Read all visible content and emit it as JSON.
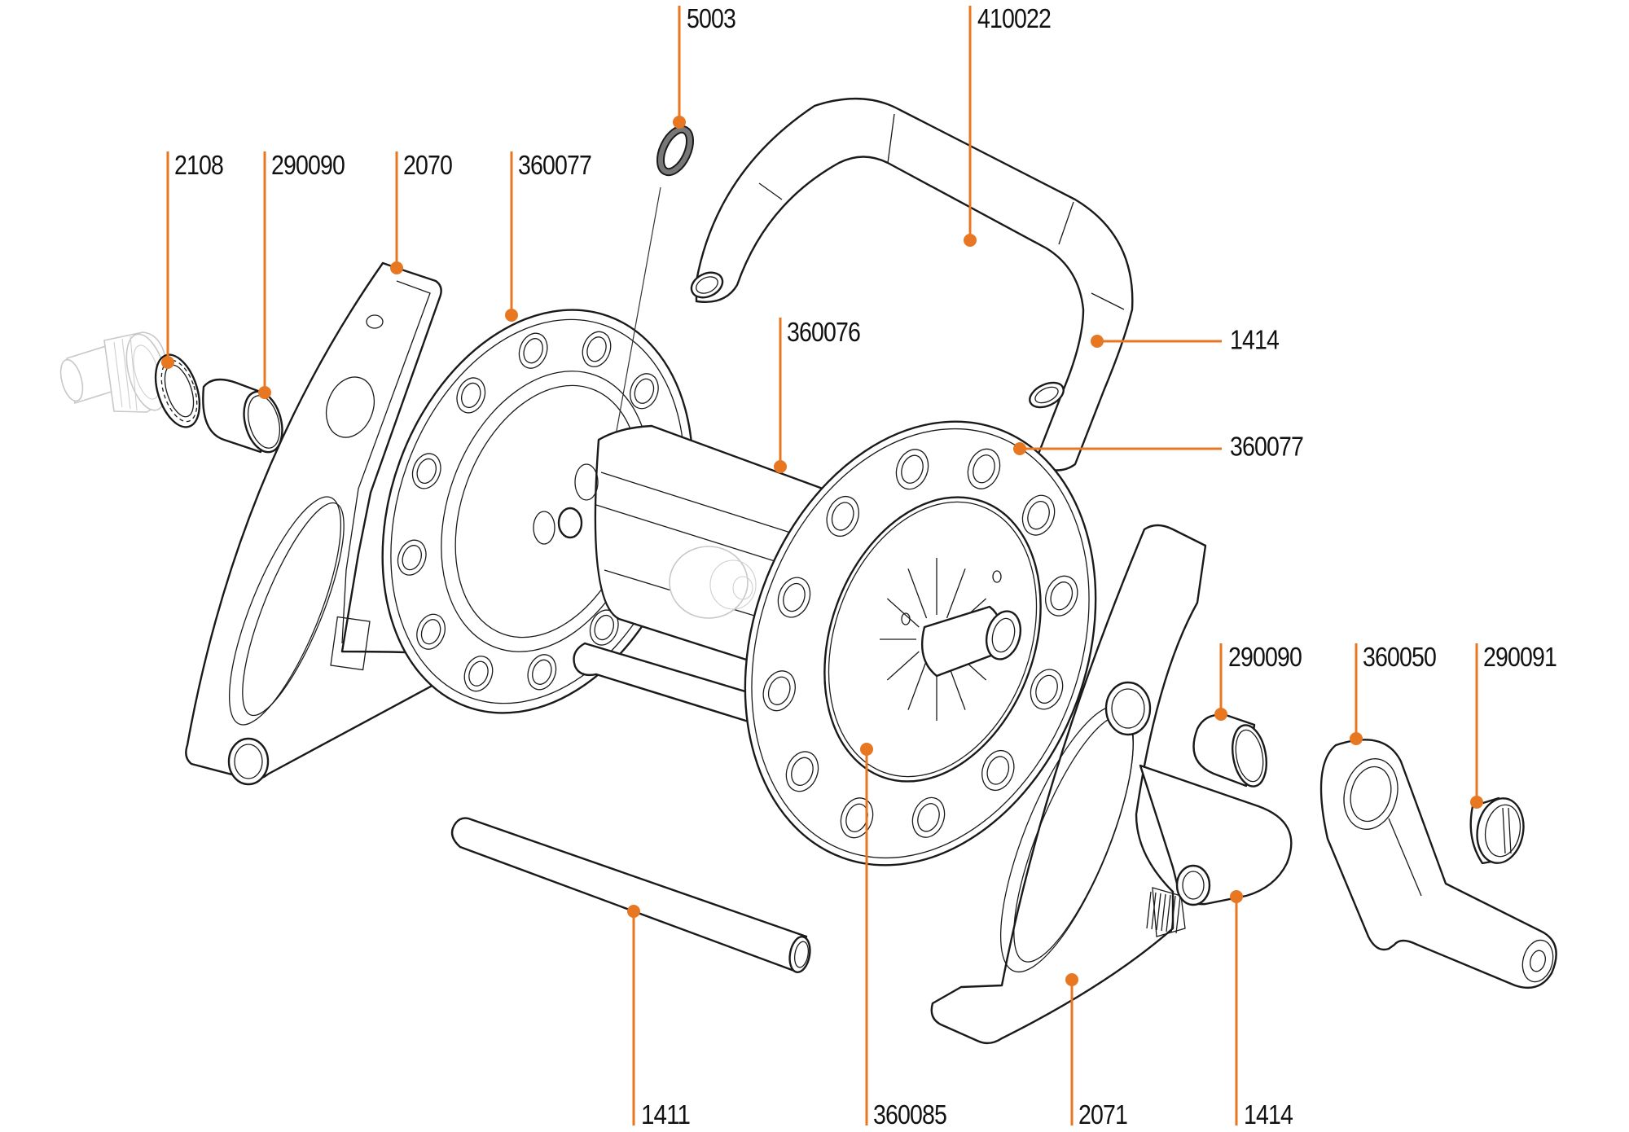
{
  "diagram": {
    "type": "exploded-parts-view",
    "subject": "Hose reel assembly",
    "accent_color": "#E87722",
    "line_color": "#1a1a1a",
    "callouts": [
      {
        "id": "c-5003",
        "part_number": "5003",
        "part": "O-ring (hose connector seal)"
      },
      {
        "id": "c-410022",
        "part_number": "410022",
        "part": "U-shaped top handle tube"
      },
      {
        "id": "c-2108",
        "part_number": "2108",
        "part": "Locking ring"
      },
      {
        "id": "c-290090-l",
        "part_number": "290090",
        "part": "Bushing (left)"
      },
      {
        "id": "c-2070",
        "part_number": "2070",
        "part": "Left side frame"
      },
      {
        "id": "c-360077-l",
        "part_number": "360077",
        "part": "Drum flange (left)"
      },
      {
        "id": "c-360076",
        "part_number": "360076",
        "part": "Reel drum"
      },
      {
        "id": "c-1414-top",
        "part_number": "1414",
        "part": "Handle end plug (top)"
      },
      {
        "id": "c-360077-r",
        "part_number": "360077",
        "part": "Drum flange (right)"
      },
      {
        "id": "c-290090-r",
        "part_number": "290090",
        "part": "Bushing (right)"
      },
      {
        "id": "c-360050",
        "part_number": "360050",
        "part": "Crank handle"
      },
      {
        "id": "c-290091",
        "part_number": "290091",
        "part": "Crank cap"
      },
      {
        "id": "c-1411",
        "part_number": "1411",
        "part": "Cross bar"
      },
      {
        "id": "c-360085",
        "part_number": "360085",
        "part": "Hub cover"
      },
      {
        "id": "c-2071",
        "part_number": "2071",
        "part": "Right side frame"
      },
      {
        "id": "c-1414-bot",
        "part_number": "1414",
        "part": "Frame tube end (bottom)"
      }
    ]
  }
}
